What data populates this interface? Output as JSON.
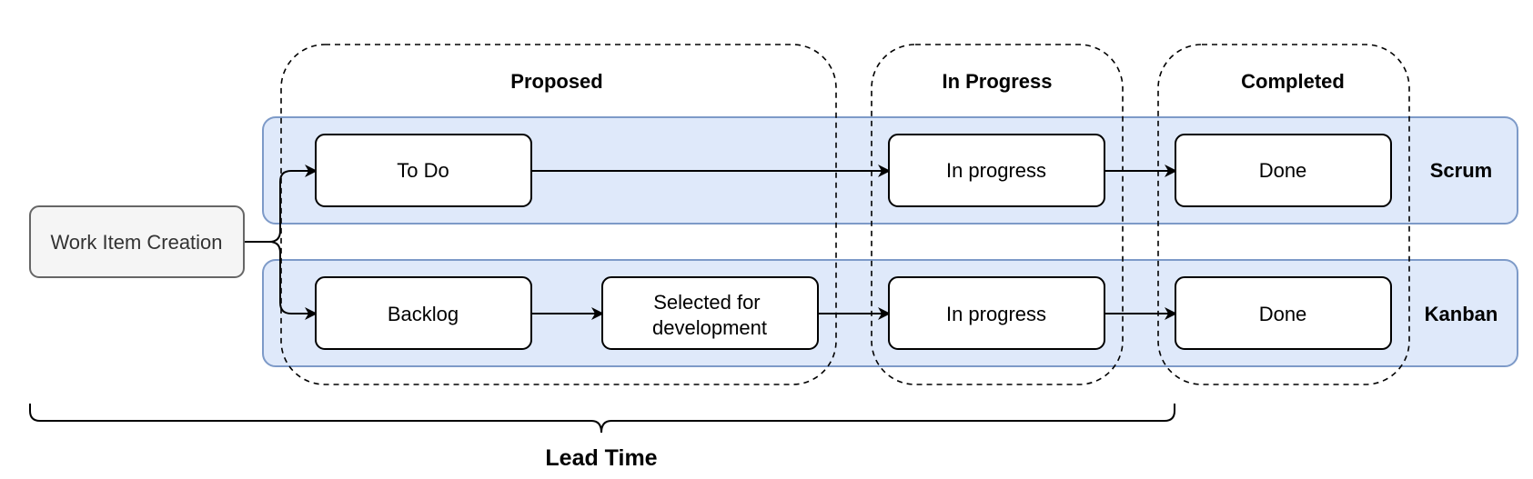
{
  "phases": {
    "proposed": "Proposed",
    "in_progress": "In Progress",
    "completed": "Completed"
  },
  "lanes": {
    "scrum": "Scrum",
    "kanban": "Kanban"
  },
  "nodes": {
    "work_item_creation": "Work Item Creation",
    "scrum_todo": "To Do",
    "scrum_in_progress": "In progress",
    "scrum_done": "Done",
    "kanban_backlog": "Backlog",
    "kanban_selected_line1": "Selected for",
    "kanban_selected_line2": "development",
    "kanban_in_progress": "In progress",
    "kanban_done": "Done"
  },
  "lead_time": "Lead Time",
  "colors": {
    "lane_fill": "#dfe9fa",
    "lane_stroke": "#7d9ac8",
    "node_fill": "#ffffff",
    "start_fill": "#f5f5f5",
    "start_stroke": "#666666"
  }
}
